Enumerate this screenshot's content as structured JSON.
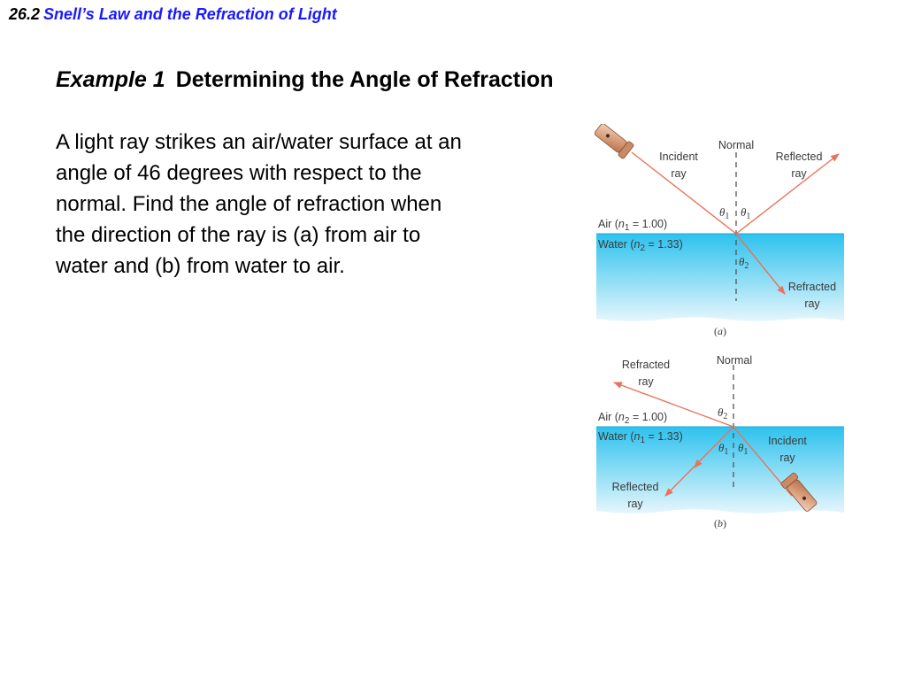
{
  "header": {
    "section_number": "26.2",
    "section_title": "Snell’s Law and the Refraction of Light"
  },
  "example": {
    "label": "Example 1",
    "title": "Determining the Angle of Refraction"
  },
  "problem": {
    "lines": [
      "A light ray strikes an air/water surface at an",
      "angle of 46 degrees with respect to the",
      "normal.  Find the angle of refraction when",
      "the direction of the ray is (a) from air to",
      "water and (b) from water to air."
    ]
  },
  "figure_a": {
    "normal_label": "Normal",
    "incident_label": [
      "Incident",
      "ray"
    ],
    "reflected_label": [
      "Reflected",
      "ray"
    ],
    "refracted_label": [
      "Refracted",
      "ray"
    ],
    "air_label": {
      "pre": "Air (",
      "n": "n",
      "sub": "1",
      "post": " = 1.00)"
    },
    "water_label": {
      "pre": "Water (",
      "n": "n",
      "sub": "2",
      "post": " = 1.33)"
    },
    "theta_left": {
      "sym": "θ",
      "sub": "1"
    },
    "theta_right": {
      "sym": "θ",
      "sub": "1"
    },
    "theta_refr": {
      "sym": "θ",
      "sub": "2"
    },
    "caption": {
      "open": "(",
      "letter": "a",
      "close": ")"
    }
  },
  "figure_b": {
    "normal_label": "Normal",
    "refracted_label": [
      "Refracted",
      "ray"
    ],
    "incident_label": [
      "Incident",
      "ray"
    ],
    "reflected_label": [
      "Reflected",
      "ray"
    ],
    "air_label": {
      "pre": "Air (",
      "n": "n",
      "sub": "2",
      "post": " = 1.00)"
    },
    "water_label": {
      "pre": "Water (",
      "n": "n",
      "sub": "1",
      "post": " = 1.33)"
    },
    "theta_refr": {
      "sym": "θ",
      "sub": "2"
    },
    "theta_left": {
      "sym": "θ",
      "sub": "1"
    },
    "theta_right": {
      "sym": "θ",
      "sub": "1"
    },
    "caption": {
      "open": "(",
      "letter": "b",
      "close": ")"
    }
  },
  "colors": {
    "ray": "#e8735a",
    "water_top": "#2cc2ee",
    "water_bottom": "#e6f6fc",
    "section_title": "#1a1aff"
  }
}
